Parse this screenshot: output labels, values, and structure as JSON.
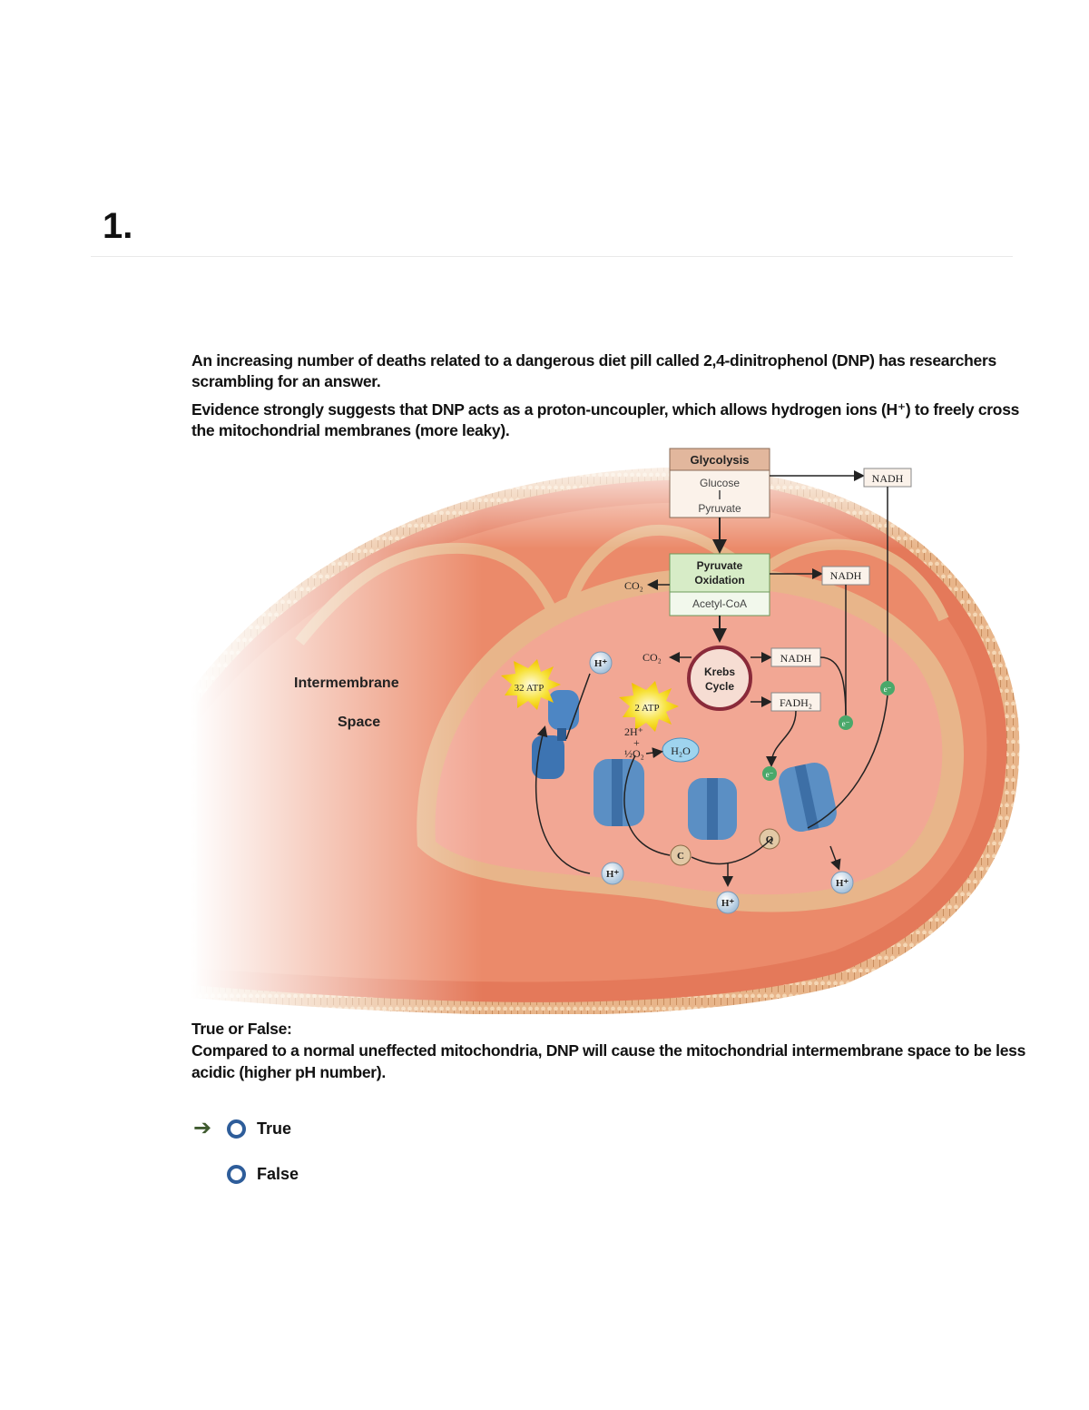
{
  "question": {
    "number": "1.",
    "paragraph1": "An increasing number of deaths related to a dangerous diet pill called 2,4-dinitrophenol (DNP) has researchers scrambling for an answer.",
    "paragraph2": "Evidence strongly suggests that DNP acts as a proton-uncoupler, which allows hydrogen ions (H⁺) to freely cross the mitochondrial membranes (more leaky).",
    "tf_heading": "True or False:",
    "tf_statement": "Compared to a normal uneffected mitochondria, DNP will cause the mitochondrial intermembrane space to be less acidic (higher pH number)."
  },
  "figure": {
    "glycolysis": "Glycolysis",
    "glucose": "Glucose",
    "pyruvate": "Pyruvate",
    "pyruvate_oxidation_1": "Pyruvate",
    "pyruvate_oxidation_2": "Oxidation",
    "acetyl_coa": "Acetyl-CoA",
    "krebs_1": "Krebs",
    "krebs_2": "Cycle",
    "nadh": "NADH",
    "fadh2": "FADH₂",
    "co2": "CO₂",
    "atp32": "32 ATP",
    "atp2": "2 ATP",
    "h_plus": "H⁺",
    "two_h": "2H⁺",
    "plus": "+",
    "half_o2": "½O₂",
    "h2o": "H₂O",
    "electron": "e⁻",
    "cyt_c": "C",
    "ubiquinone": "Q",
    "intermembrane": "Intermembrane",
    "space": "Space"
  },
  "options": [
    {
      "label": "True",
      "marked": true
    },
    {
      "label": "False",
      "marked": false
    }
  ],
  "colors": {
    "radio": "#2e5d9a",
    "arrow": "#3e5a2e",
    "membrane": "#e07a52",
    "matrix": "#f2a794",
    "protein": "#5b8fc4"
  }
}
